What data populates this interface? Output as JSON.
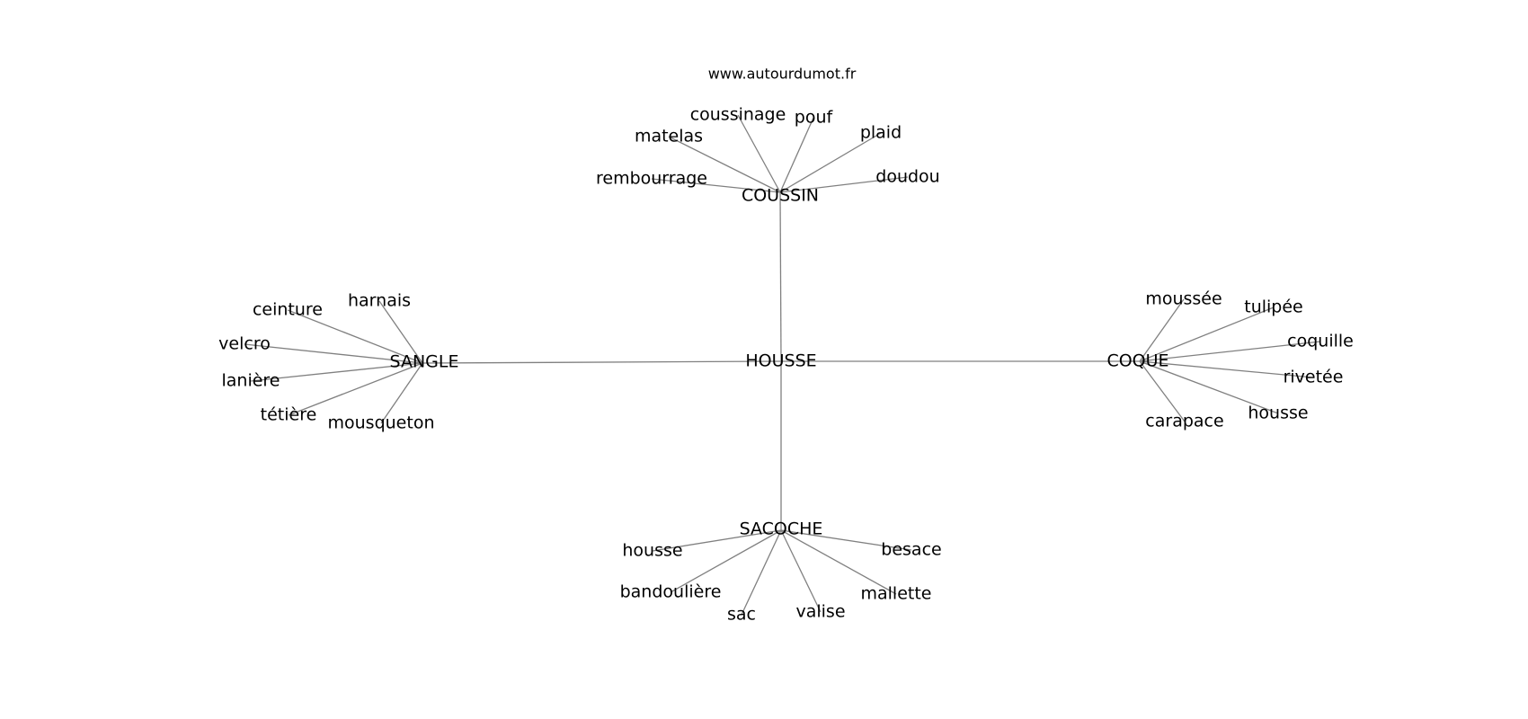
{
  "site": "www.autourdumot.fr",
  "colors": {
    "edge": "#808080",
    "text": "#000000",
    "background": "#ffffff"
  },
  "center": "HOUSSE",
  "hubs": {
    "top": {
      "label": "COUSSIN",
      "leaves": [
        "rembourrage",
        "matelas",
        "coussinage",
        "pouf",
        "plaid",
        "doudou"
      ]
    },
    "left": {
      "label": "SANGLE",
      "leaves": [
        "harnais",
        "ceinture",
        "velcro",
        "lanière",
        "tétière",
        "mousqueton"
      ]
    },
    "right": {
      "label": "COQUE",
      "leaves": [
        "moussée",
        "tulipée",
        "coquille",
        "rivetée",
        "housse",
        "carapace"
      ]
    },
    "bottom": {
      "label": "SACOCHE",
      "leaves": [
        "housse",
        "bandoulière",
        "sac",
        "valise",
        "mallette",
        "besace"
      ]
    }
  }
}
